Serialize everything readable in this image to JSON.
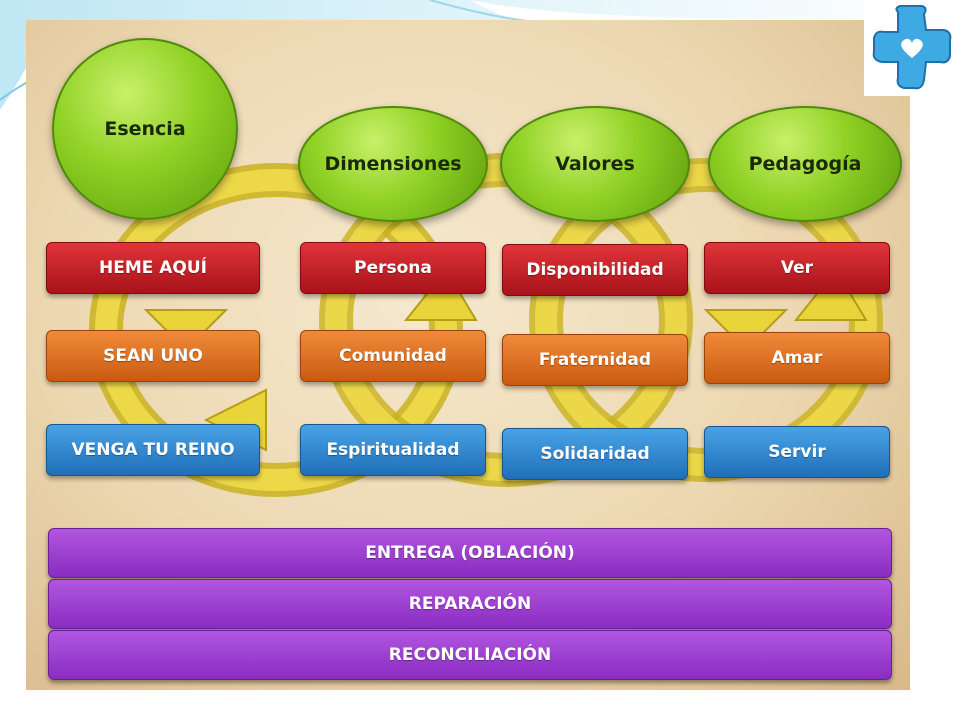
{
  "colors": {
    "green": "#8fd124",
    "red": "#c3202a",
    "orange": "#e0762a",
    "blue": "#3388d4",
    "purple": "#9b3fd0",
    "arrow": "#d9c12a",
    "logo": "#3fa9e3"
  },
  "logo": {
    "icon": "cross-heart-logo"
  },
  "circles": {
    "esencia": "Esencia",
    "dimensiones": "Dimensiones",
    "valores": "Valores",
    "pedagogia": "Pedagogía"
  },
  "columns": {
    "esencia": [
      "HEME AQUÍ",
      "SEAN UNO",
      "VENGA TU REINO"
    ],
    "dimensiones": [
      "Persona",
      "Comunidad",
      "Espiritualidad"
    ],
    "valores": [
      "Disponibilidad",
      "Fraternidad",
      "Solidaridad"
    ],
    "pedagogia": [
      "Ver",
      "Amar",
      "Servir"
    ]
  },
  "bars": [
    "ENTREGA (OBLACIÓN)",
    "REPARACIÓN",
    "RECONCILIACIÓN"
  ]
}
